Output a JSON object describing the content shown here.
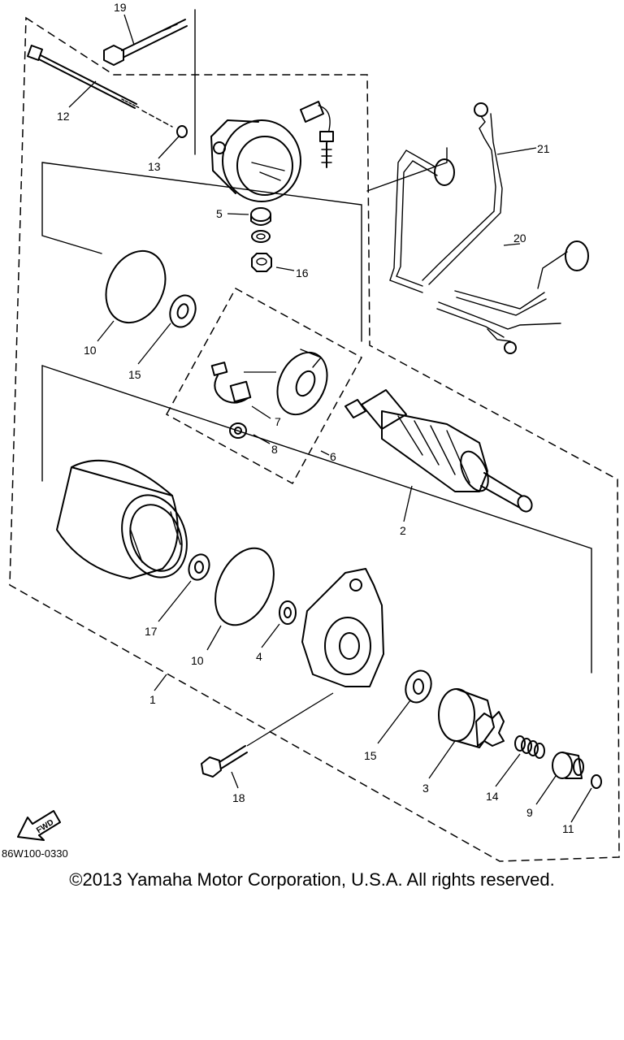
{
  "diagram": {
    "callouts": {
      "c1": "1",
      "c2": "2",
      "c3": "3",
      "c4": "4",
      "c5": "5",
      "c6": "6",
      "c7": "7",
      "c8": "8",
      "c9": "9",
      "c10a": "10",
      "c10b": "10",
      "c11": "11",
      "c12": "12",
      "c13": "13",
      "c14": "14",
      "c15a": "15",
      "c15b": "15",
      "c16": "16",
      "c17": "17",
      "c18": "18",
      "c19": "19",
      "c20": "20",
      "c21": "21"
    },
    "fwd_badge": "FWD",
    "drawing_code": "86W100-0330",
    "copyright": "©2013 Yamaha Motor Corporation, U.S.A. All rights reserved."
  }
}
